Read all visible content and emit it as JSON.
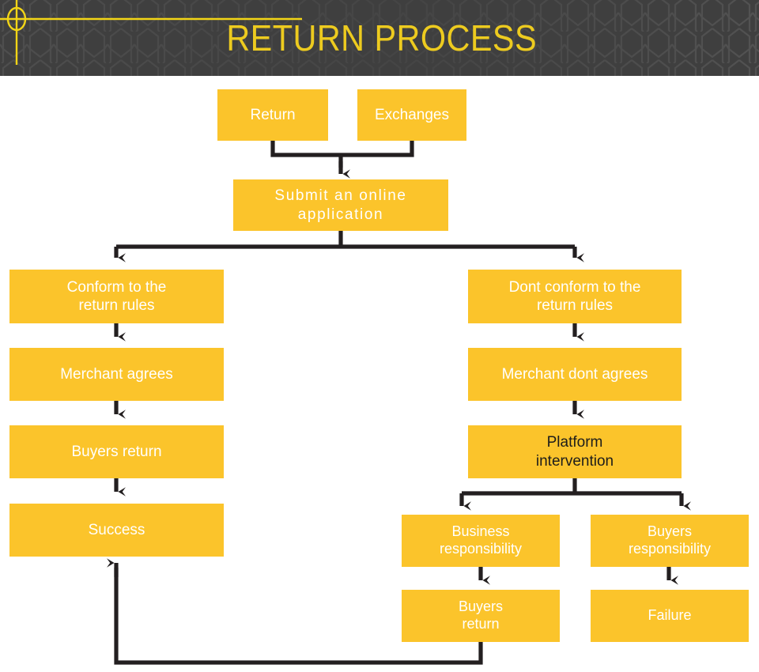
{
  "header": {
    "title": "RETURN PROCESS",
    "background_color": "#464646",
    "title_color": "#edcb1f",
    "accent_color": "#f2d516",
    "mesh_color": "#5f5f5f",
    "decoration": {
      "name": "crosshair-circle-marker",
      "horizontal_line": true,
      "vertical_line": true,
      "circle": true
    }
  },
  "theme": {
    "node_fill": "#fbc42b",
    "node_text": "#ffffff",
    "node_text_dark": "#1d1d1b",
    "connector_color": "#231f20",
    "page_background": "#ffffff"
  },
  "flow": {
    "nodes": [
      {
        "id": "return",
        "label": "Return",
        "text_style": "light"
      },
      {
        "id": "exchanges",
        "label": "Exchanges",
        "text_style": "light"
      },
      {
        "id": "submit",
        "label": "Submit an online\napplication",
        "text_style": "light"
      },
      {
        "id": "conform",
        "label": "Conform to the\nreturn rules",
        "text_style": "light"
      },
      {
        "id": "dont-conform",
        "label": "Dont conform to the\nreturn rules",
        "text_style": "light"
      },
      {
        "id": "merchant-agrees",
        "label": "Merchant agrees",
        "text_style": "light"
      },
      {
        "id": "merchant-dont-agrees",
        "label": "Merchant dont agrees",
        "text_style": "light"
      },
      {
        "id": "buyers-return-left",
        "label": "Buyers return",
        "text_style": "light"
      },
      {
        "id": "platform",
        "label": "Platform\nintervention",
        "text_style": "dark"
      },
      {
        "id": "success",
        "label": "Success",
        "text_style": "light"
      },
      {
        "id": "business-resp",
        "label": "Business\nresponsibility",
        "text_style": "light"
      },
      {
        "id": "buyers-resp",
        "label": "Buyers\nresponsibility",
        "text_style": "light"
      },
      {
        "id": "buyers-return-right",
        "label": "Buyers\nreturn",
        "text_style": "light"
      },
      {
        "id": "failure",
        "label": "Failure",
        "text_style": "light"
      }
    ],
    "edges": [
      {
        "from": "return",
        "to": "submit",
        "type": "merge-down"
      },
      {
        "from": "exchanges",
        "to": "submit",
        "type": "merge-down"
      },
      {
        "from": "submit",
        "to": "conform",
        "type": "split-down"
      },
      {
        "from": "submit",
        "to": "dont-conform",
        "type": "split-down"
      },
      {
        "from": "conform",
        "to": "merchant-agrees",
        "type": "straight-down"
      },
      {
        "from": "merchant-agrees",
        "to": "buyers-return-left",
        "type": "straight-down"
      },
      {
        "from": "buyers-return-left",
        "to": "success",
        "type": "straight-down"
      },
      {
        "from": "dont-conform",
        "to": "merchant-dont-agrees",
        "type": "straight-down"
      },
      {
        "from": "merchant-dont-agrees",
        "to": "platform",
        "type": "straight-down"
      },
      {
        "from": "platform",
        "to": "business-resp",
        "type": "split-down"
      },
      {
        "from": "platform",
        "to": "buyers-resp",
        "type": "split-down"
      },
      {
        "from": "business-resp",
        "to": "buyers-return-right",
        "type": "straight-down"
      },
      {
        "from": "buyers-resp",
        "to": "failure",
        "type": "straight-down"
      },
      {
        "from": "buyers-return-right",
        "to": "success",
        "type": "feedback-loop-up"
      }
    ]
  }
}
